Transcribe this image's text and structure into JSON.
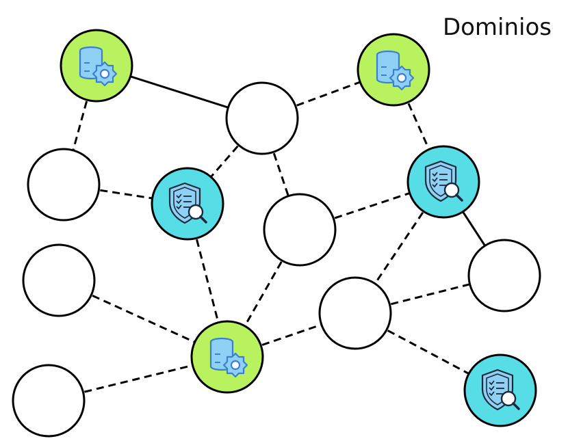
{
  "title": "Dominios",
  "colors": {
    "green": "#b8f25e",
    "cyan": "#56dde6",
    "white": "#ffffff",
    "stroke": "#000000",
    "icon": "#3b7fd4"
  },
  "legend_types": {
    "database": "database-gear-icon",
    "security": "shield-search-icon",
    "empty": "none"
  },
  "nodes": [
    {
      "id": "db1",
      "type": "database"
    },
    {
      "id": "db2",
      "type": "database"
    },
    {
      "id": "db3",
      "type": "database"
    },
    {
      "id": "sec1",
      "type": "security"
    },
    {
      "id": "sec2",
      "type": "security"
    },
    {
      "id": "sec3",
      "type": "security"
    },
    {
      "id": "w1",
      "type": "empty"
    },
    {
      "id": "w2",
      "type": "empty"
    },
    {
      "id": "w3",
      "type": "empty"
    },
    {
      "id": "w4",
      "type": "empty"
    },
    {
      "id": "w5",
      "type": "empty"
    },
    {
      "id": "w6",
      "type": "empty"
    },
    {
      "id": "w7",
      "type": "empty"
    },
    {
      "id": "w8",
      "type": "empty"
    }
  ],
  "edges": [
    {
      "from": "db1",
      "to": "w1",
      "style": "solid"
    },
    {
      "from": "db1",
      "to": "w2",
      "style": "dashed"
    },
    {
      "from": "w1",
      "to": "db2",
      "style": "dashed"
    },
    {
      "from": "w1",
      "to": "sec1",
      "style": "dashed"
    },
    {
      "from": "w1",
      "to": "w3",
      "style": "dashed"
    },
    {
      "from": "db2",
      "to": "sec2",
      "style": "dashed"
    },
    {
      "from": "w2",
      "to": "sec1",
      "style": "dashed"
    },
    {
      "from": "sec1",
      "to": "db3",
      "style": "dashed"
    },
    {
      "from": "w3",
      "to": "sec2",
      "style": "dashed"
    },
    {
      "from": "w3",
      "to": "db3",
      "style": "dashed"
    },
    {
      "from": "sec2",
      "to": "w6",
      "style": "solid"
    },
    {
      "from": "sec2",
      "to": "w5",
      "style": "dashed"
    },
    {
      "from": "w4",
      "to": "db3",
      "style": "dashed"
    },
    {
      "from": "db3",
      "to": "w5",
      "style": "dashed"
    },
    {
      "from": "w5",
      "to": "w6",
      "style": "dashed"
    },
    {
      "from": "w5",
      "to": "sec3",
      "style": "dashed"
    },
    {
      "from": "w8",
      "to": "db3",
      "style": "dashed"
    }
  ]
}
